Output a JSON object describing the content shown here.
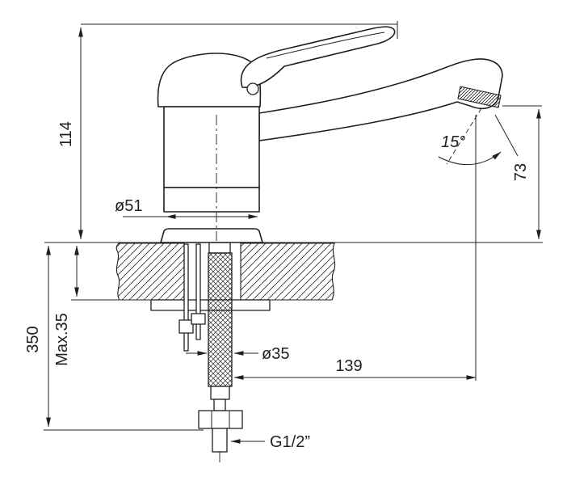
{
  "drawing_title": "faucet-installation-dimension-drawing",
  "colors": {
    "ink": "#1f1f1f",
    "background": "#ffffff"
  },
  "labels": {
    "height_above_deck": "114",
    "depth_below_deck": "350",
    "max_deck_thickness": "Max.35",
    "body_diameter": "ø51",
    "hose_diameter": "ø35",
    "spout_reach": "139",
    "outlet_height": "73",
    "outlet_angle": "15°",
    "thread_size": "G1/2”"
  }
}
